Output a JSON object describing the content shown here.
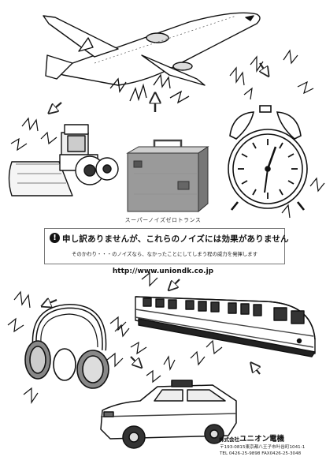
{
  "caption": "スーパーノイズゼロトランス",
  "notice": {
    "icon": "!",
    "title": "申し訳ありませんが、これらのノイズには効果がありません",
    "body": "そのかわり・・・のノイズなら、なかったことにしてしまう程の威力を発揮します"
  },
  "url": "http://www.uniondk.co.jp",
  "company": {
    "prefix": "株式会社",
    "name": "ユニオン電機",
    "address": "〒193-0815東京都八王子市叶谷町1041-1",
    "tel": "TEL 0426-25-9898  FAX0426-25-3048"
  },
  "icons": [
    "airplane-icon",
    "bulldozer-icon",
    "transformer-icon",
    "alarm-clock-icon",
    "headphones-icon",
    "train-icon",
    "police-car-icon",
    "noise-zigzag-icon",
    "arrow-icon"
  ]
}
